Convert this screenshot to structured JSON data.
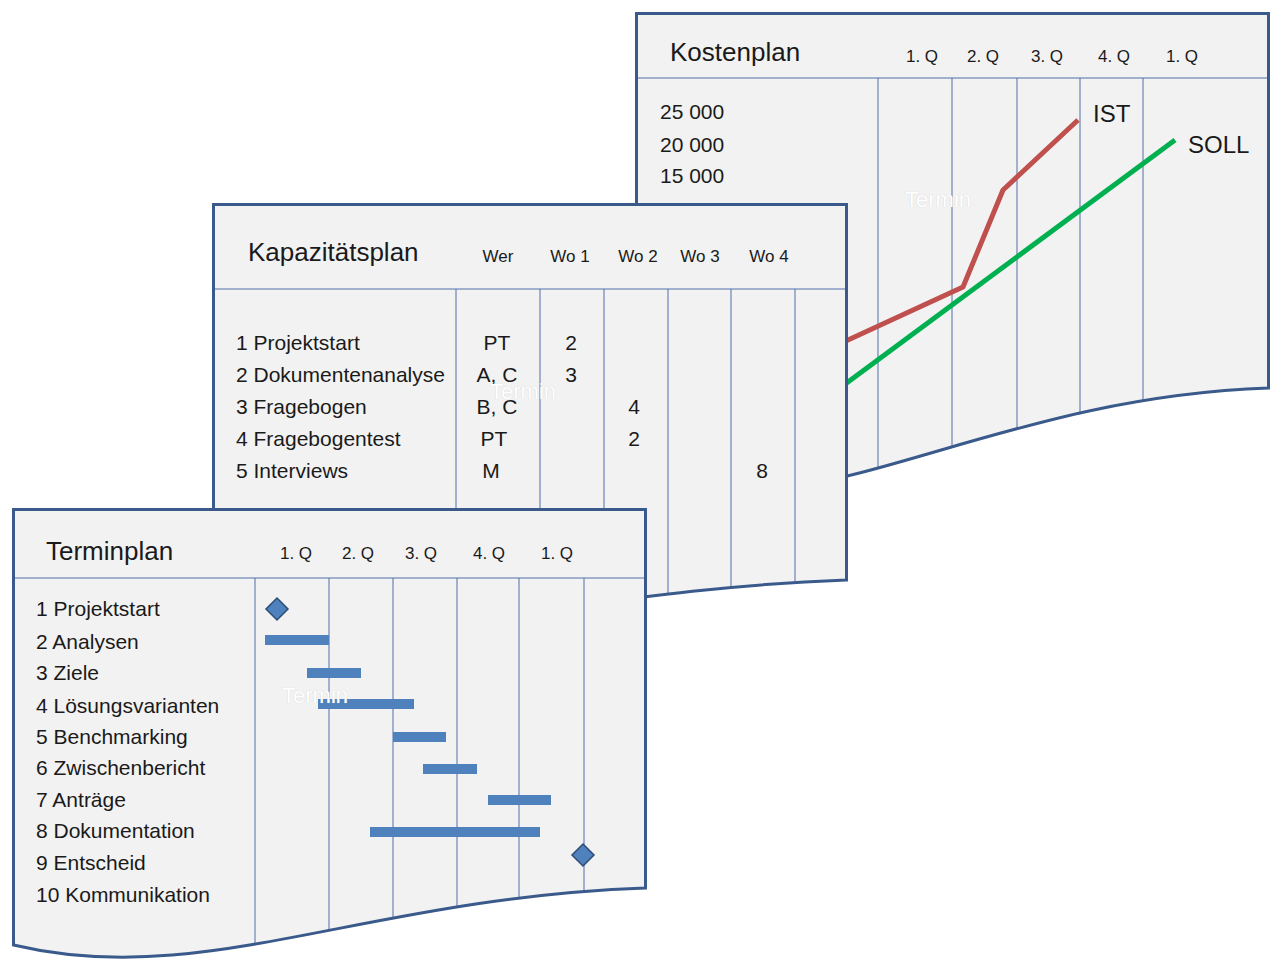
{
  "diagram": {
    "nodes": [
      {
        "text": [
          "Kostenplan"
        ]
      },
      {
        "text": [
          "Kapazitätsplan"
        ]
      },
      {
        "text": [
          "Terminplan"
        ]
      }
    ],
    "labels": [
      "1. Q",
      "2. Q",
      "3. Q",
      "4. Q",
      "1. Q",
      "25 000",
      "20 000",
      "15 000",
      "IST",
      "SOLL",
      "Termin",
      "Wer",
      "Wo 1",
      "Wo 2",
      "Wo 3",
      "Wo 4",
      "1 Projektstart",
      "2 Dokumentenanalyse",
      "3 Fragebogen",
      "4 Fragebogentest",
      "5 Interviews",
      "PT",
      "A, C",
      "B, C",
      "PT",
      "M",
      "2",
      "3",
      "4",
      "2",
      "8",
      "Termin",
      "1. Q",
      "2. Q",
      "3. Q",
      "4. Q",
      "1. Q",
      "1 Projektstart",
      "2 Analysen",
      "3 Ziele",
      "4 Lösungsvarianten",
      "5 Benchmarking",
      "6 Zwischenbericht",
      "7 Anträge",
      "8 Dokumentation",
      "9 Entscheid",
      "10 Kommunikation",
      "Termin"
    ]
  }
}
